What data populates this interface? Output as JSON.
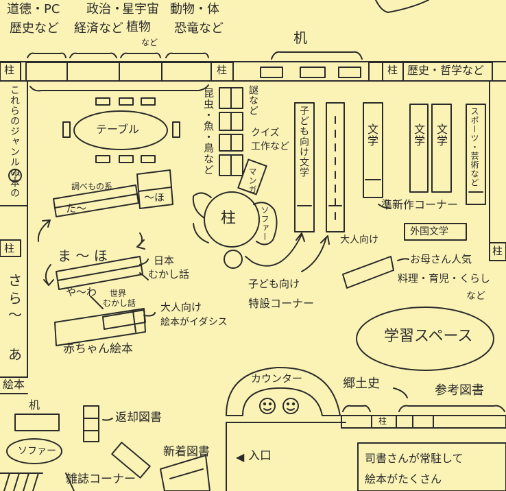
{
  "colors": {
    "paper": "#fbf3b6",
    "ink": "#2a2a2a"
  },
  "top_genres": {
    "g1_line1": "道徳・PC",
    "g1_line2": "歴史など",
    "g2_line1": "政治・",
    "g2_line2": "経済など",
    "g3_line1": "星宇宙",
    "g3_line2": "植物",
    "g3_line3": "など",
    "g4_line1": "動物・体",
    "g4_line2": "恐竜など"
  },
  "desk_top": "机",
  "pillars": {
    "label": "柱"
  },
  "right_top_shelf": "歴史・哲学など",
  "left_wall": {
    "note": "これらのジャンルの本の",
    "circle_char": "小",
    "kana_sa": "さ",
    "kana_ra": "ら",
    "kana_a": "あ",
    "wave": "〜",
    "picture_books": "絵本"
  },
  "table_label": "テーブル",
  "shelves": {
    "shiraberu": "調べもの系",
    "ta_range": "た〜",
    "ho_range": "〜ほ",
    "ma_ho": "ま 〜 ほ",
    "ya_wa": "や〜わ",
    "japan_folk_1": "日本",
    "japan_folk_2": "むかし話",
    "world_folk_1": "世界",
    "world_folk_2": "むかし話",
    "adult_pb_1": "大人向け",
    "adult_pb_2": "絵本がイダシス",
    "baby_pb": "赤ちゃん絵本"
  },
  "center": {
    "insects": "昆虫・魚・鳥など",
    "riddles": "謎など",
    "quiz": "クイズ",
    "craft": "工作など",
    "manga": "マンガ",
    "pillar": "柱",
    "sofa": "ソファー",
    "kids_special_1": "子ども向け",
    "kids_special_2": "特設コーナー"
  },
  "right_area": {
    "kids_lit": "子ども向け文学",
    "lit": "文学",
    "sports": "スポーツ・芸術など",
    "new_works": "準新作コーナー",
    "foreign_lit": "外国文学",
    "adults": "大人向け",
    "mothers_1": "お母さん人気",
    "mothers_2": "料理・育児・くらし",
    "mothers_3": "など",
    "study_space": "学習スペース",
    "local_history": "郷土史",
    "reference": "参考図書"
  },
  "bottom": {
    "counter": "カウンター",
    "desk": "机",
    "sofa": "ソファー",
    "returns": "返却図書",
    "new_arrivals": "新着図書",
    "magazines": "雑誌コーナー",
    "entrance_arrow": "◀",
    "entrance": "入口",
    "notes": [
      "司書さんが常駐して",
      "絵本がたくさん"
    ]
  }
}
